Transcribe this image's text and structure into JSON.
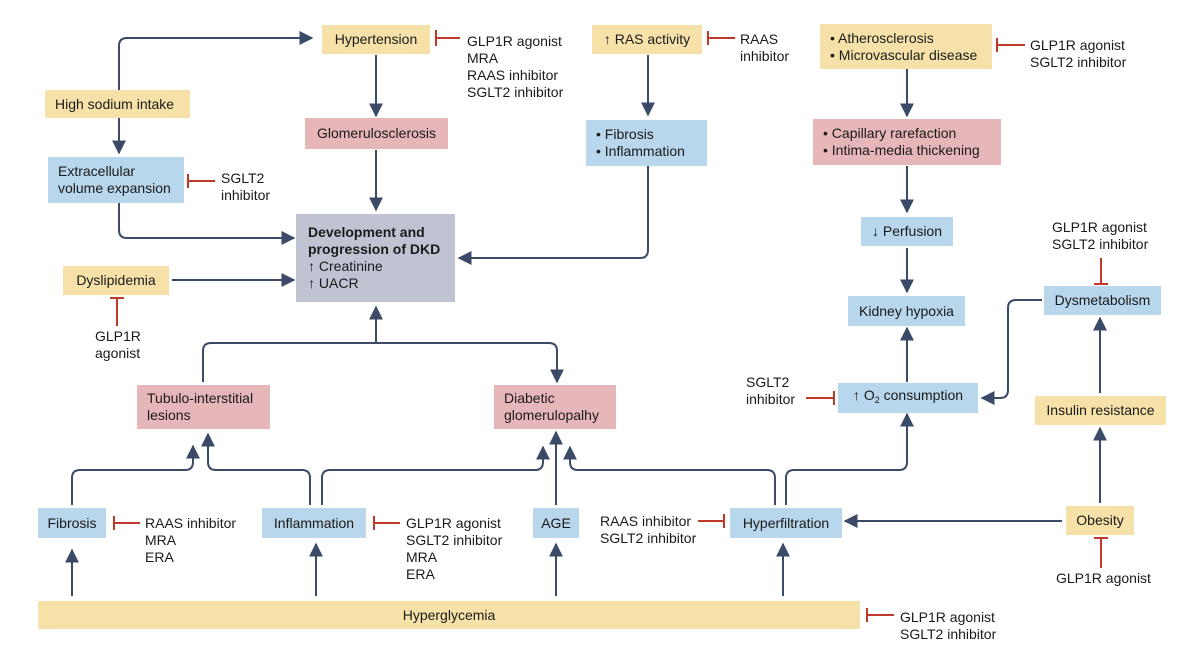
{
  "nodes": {
    "high_sodium": "High sodium intake",
    "hypertension": "Hypertension",
    "ras_activity": "↑ RAS activity",
    "athero": [
      "Atherosclerosis",
      "Microvascular disease"
    ],
    "glomerulosclerosis": "Glomerulosclerosis",
    "fibrosis_inflammation": [
      "Fibrosis",
      "Inflammation"
    ],
    "capillary": [
      "Capillary rarefaction",
      "Intima-media thickening"
    ],
    "ecv": [
      "Extracellular",
      "volume expansion"
    ],
    "dkd": {
      "line1": "Development and",
      "line2": "progression of DKD",
      "line3": "↑ Creatinine",
      "line4": "↑ UACR"
    },
    "perfusion": "↓ Perfusion",
    "dyslipidemia": "Dyslipidemia",
    "kidney_hypoxia": "Kidney hypoxia",
    "dysmetabolism": "Dysmetabolism",
    "tubulo": [
      "Tubulo-interstitial",
      "lesions"
    ],
    "diabetic_glom": [
      "Diabetic",
      "glomerulopalhy"
    ],
    "o2": {
      "prefix": "↑ O",
      "sub": "2",
      "suffix": " consumption"
    },
    "insulin_resistance": "Insulin resistance",
    "fibrosis": "Fibrosis",
    "inflammation": "Inflammation",
    "age": "AGE",
    "hyperfiltration": "Hyperfiltration",
    "obesity": "Obesity",
    "hyperglycemia": "Hyperglycemia"
  },
  "inhibitors": {
    "hypertension": [
      "GLP1R agonist",
      "MRA",
      "RAAS inhibitor",
      "SGLT2 inhibitor"
    ],
    "ras": [
      "RAAS",
      "inhibitor"
    ],
    "athero": [
      "GLP1R agonist",
      "SGLT2 inhibitor"
    ],
    "ecv": [
      "SGLT2",
      "inhibitor"
    ],
    "dyslipidemia": [
      "GLP1R",
      "agonist"
    ],
    "dysmetabolism": [
      "GLP1R agonist",
      "SGLT2 inhibitor"
    ],
    "o2": [
      "SGLT2",
      "inhibitor"
    ],
    "fibrosis": [
      "RAAS inhibitor",
      "MRA",
      "ERA"
    ],
    "inflammation": [
      "GLP1R agonist",
      "SGLT2 inhibitor",
      "MRA",
      "ERA"
    ],
    "hyperfiltration": [
      "RAAS inhibitor",
      "SGLT2 inhibitor"
    ],
    "obesity": [
      "GLP1R agonist"
    ],
    "hyperglycemia": [
      "GLP1R agonist",
      "SGLT2 inhibitor"
    ]
  },
  "colors": {
    "arrow": "#3b4a66",
    "inhibit": "#c0392b"
  }
}
